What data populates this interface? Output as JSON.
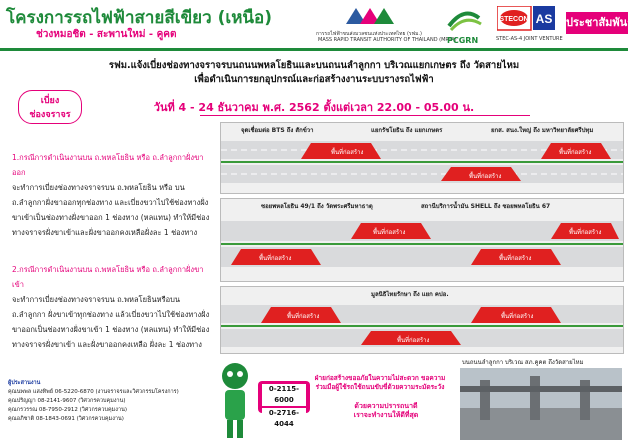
{
  "header": {
    "title": "โครงการรถไฟฟ้าสายสีเขียว (เหนือ)",
    "subtitle": "ช่วงหมอชิต - สะพานใหม่ - คูคต",
    "mrta_name_th": "การรถไฟฟ้าขนส่งมวลชนแห่งประเทศไทย (รฟม.)",
    "mrta_name_en": "MASS RAPID TRANSIT AUTHORITY OF THAILAND (MRTA)",
    "pcgrn_label": "PCGRN",
    "stecon_label": "STEC-AS-4 JOINT VENTURE",
    "pr_label": "ประชาสัมพันธ์"
  },
  "announcement": {
    "line1": "รฟม.แจ้งเบี่ยงช่องทางจราจรบนถนนพหลโยธินและบนถนนลำลูกกา บริเวณแยกเกษตร ถึง วัดสายไหม",
    "line2": "เพื่อดำเนินการยกอุปกรณ์และก่อสร้างงานระบบรางรถไฟฟ้า",
    "badge_line1": "เบี่ยง",
    "badge_line2": "ช่องจราจร",
    "date": "วันที่ 4 - 24 ธันวาคม พ.ศ. 2562 ตั้งแต่เวลา 22.00 - 05.00 น."
  },
  "body_text": {
    "item1_heading": "1.กรณีการดำเนินงานบน ถ.พหลโยธิน หรือ ถ.ลำลูกกาฝั่งขาออก",
    "item1_text": "จะทำการเบี่ยงช่องทางจราจรบน ถ.พหลโยธิน หรือ บน ถ.ลำลูกกาฝั่งขาออกทุกช่องทาง และเบี่ยงขวาไปใช้ช่องทางฝั่งขาเข้าเป็นช่องทางฝั่งขาออก 1 ช่องทาง (หลแทน) ทำให้มีช่องทางจราจรฝั่งขาเข้าและฝั่งขาออกคงเหลือฝั่งละ 1 ช่องทาง",
    "item2_heading": "2.กรณีการดำเนินงานบน ถ.พหลโยธิน หรือ ถ.ลำลูกกาฝั่งขาเข้า",
    "item2_text": "จะทำการเบี่ยงช่องทางจราจรบน ถ.พหลโยธินหรือบน ถ.ลำลูกกา ฝั่งขาเข้าทุกช่องทาง แล้วเบี่ยงขวาไปใช้ช่องทางฝั่งขาออกเป็นช่องทางฝั่งขาเข้า 1 ช่องทาง (หลแทน) ทำให้มีช่องทางจราจรฝั่งขาเข้า และฝั่งขาออกคงเหลือ ฝั่งละ 1 ช่องทาง"
  },
  "diagrams": {
    "d1_headings": [
      "จุดเชื่อมต่อ BTS ถึง สักข์วา",
      "แยกรัชโยธิน ถึง แยกเกษตร",
      "ยกส. สนง.ใหญ่ ถึง มหาวิทยาลัยศรีปทุม"
    ],
    "d2_headings": [
      "ซอยพหลโยธิน 49/1 ถึง วัดพระศรีมหาธาตุ",
      "สถานีบริการน้ำมัน SHELL ถึง ซอยพหลโยธิน 67"
    ],
    "d3_headings": [
      "มูลนิธิไทยรักษา ถึง แยก คปอ."
    ],
    "work_zone_label": "พื้นที่ก่อสร้าง"
  },
  "contacts": {
    "title": "ผู้ประสานงาน",
    "rows": [
      {
        "name": "คุณนพพล แสงทิพย์",
        "phone": "06-5220-6870",
        "note": "(งานจราจรและวิศวกรรมโครงการ)"
      },
      {
        "name": "คุณปริญญา",
        "phone": "08-2141-9607",
        "note": "(วิศวกรควบคุมงาน)"
      },
      {
        "name": "คุณกรวรรณ",
        "phone": "08-7950-2912",
        "note": "(วิศวกรควบคุมงาน)"
      },
      {
        "name": "คุณอภิชาติ",
        "phone": "08-1843-0691",
        "note": "(วิศวกรควบคุมงาน)"
      }
    ],
    "hotline": [
      "0-2115-6000",
      "0-2716-4044"
    ]
  },
  "apology": {
    "text": "ฝ่ายก่อสร้างขออภัยในความไม่สะดวก ขอความร่วมมือผู้ใช้รถใช้ถนนขับขี่ด้วยความระมัดระวัง",
    "sign_line1": "ด้วยความปรารถนาดี",
    "sign_line2": "เราจะทำงานให้ดีที่สุด"
  },
  "photo": {
    "caption": "บนถนนลำลูกกา บริเวณ สภ.คูคต ถึงวัดสายไหม"
  },
  "colors": {
    "green": "#1e8a3a",
    "pink": "#e5007a",
    "road": "#d9dadc",
    "red_zone": "#e02020",
    "blue_text": "#1a3aa0"
  }
}
